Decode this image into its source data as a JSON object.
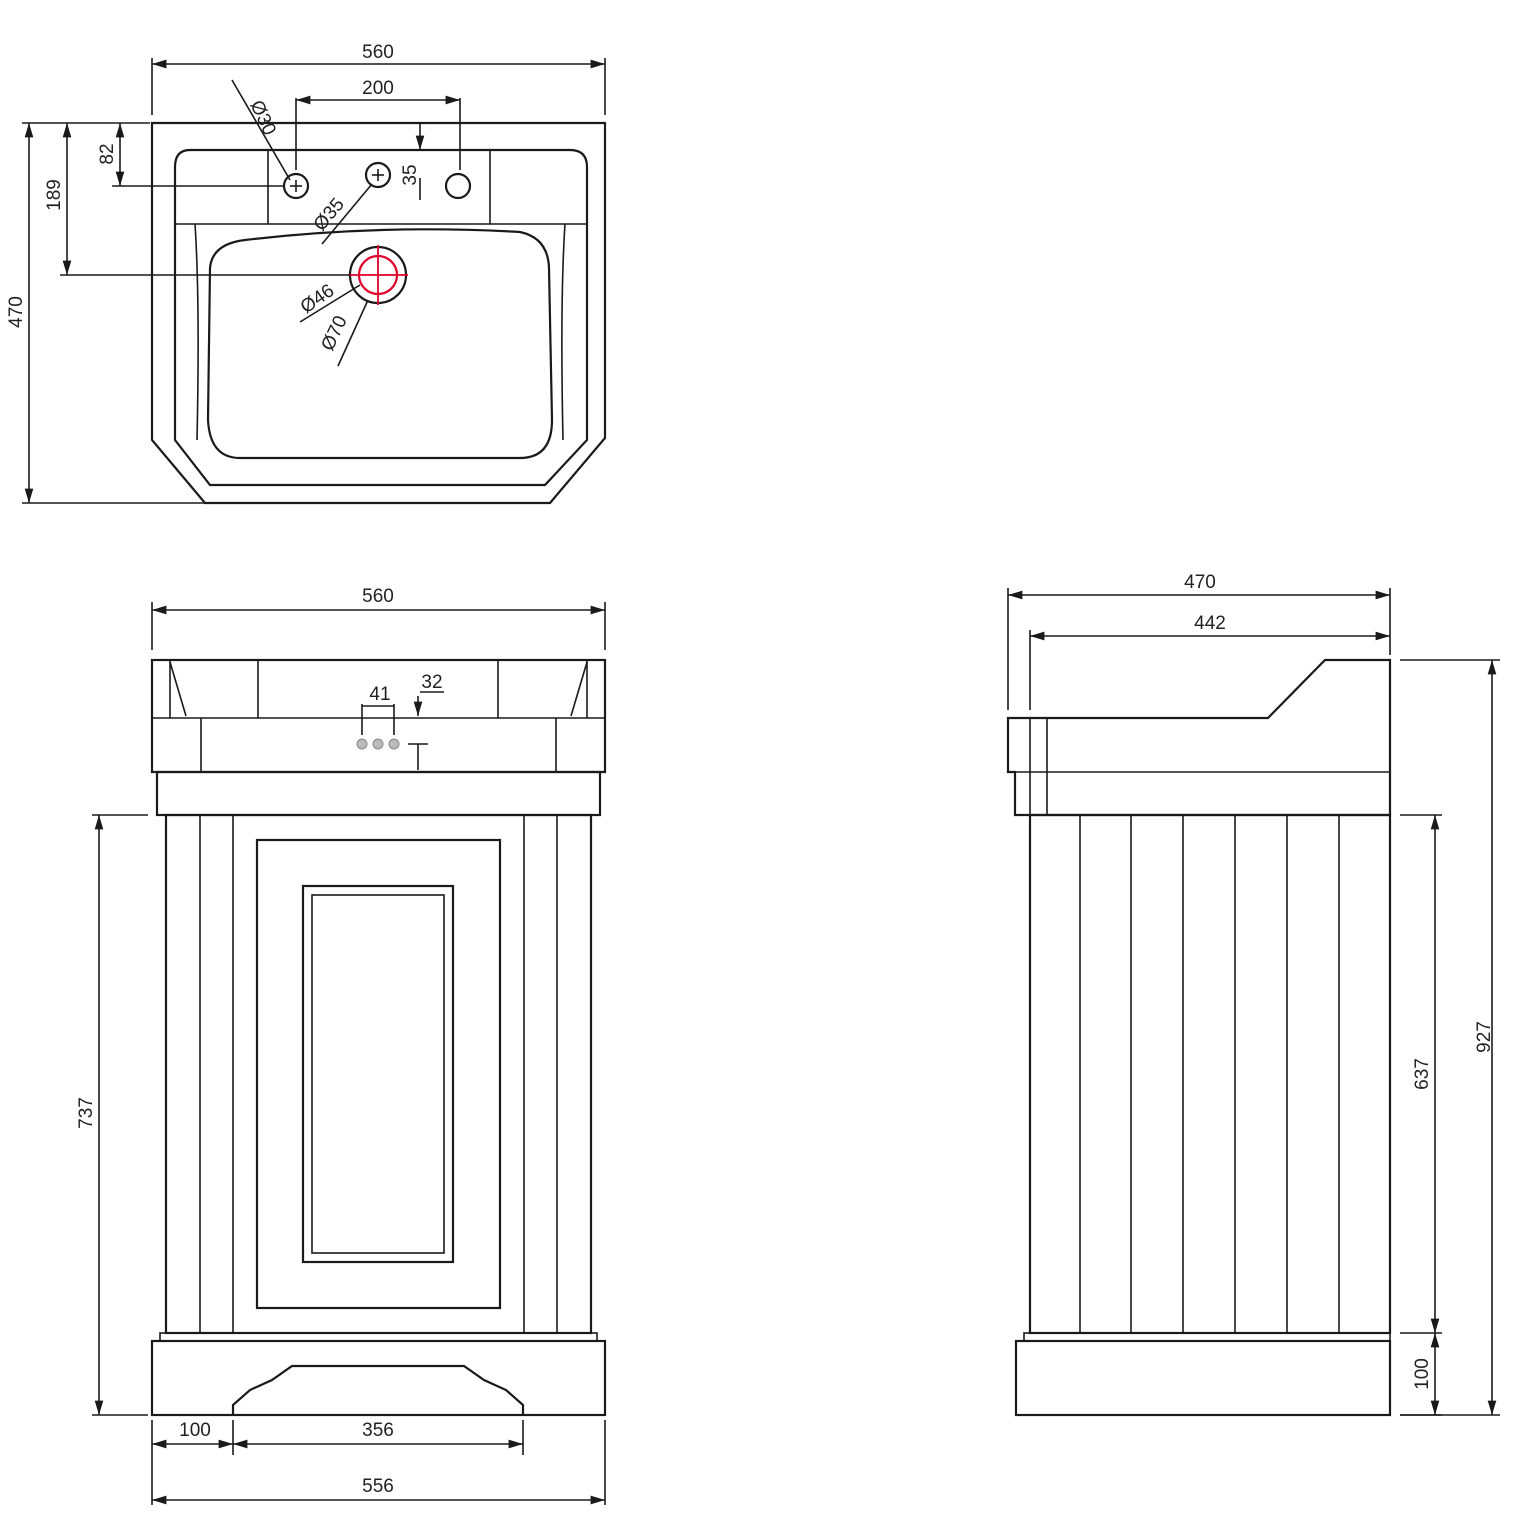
{
  "plan_view": {
    "width": "560",
    "tap_spacing": "200",
    "tap_hole_dia": "Ø30",
    "overflow_dia": "Ø35",
    "waste_dia": "Ø46",
    "waste_outer_dia": "Ø70",
    "tap_offset_y": "82",
    "tap_height": "35",
    "waste_offset_y": "189",
    "depth": "470"
  },
  "front_view": {
    "width": "560",
    "tap_spacing": "41",
    "tap_offset": "32",
    "height": "737",
    "plinth_side": "100",
    "plinth_arch": "356",
    "base_width": "556"
  },
  "side_view": {
    "depth": "470",
    "basin_depth": "442",
    "total_height": "927",
    "cabinet_height": "637",
    "plinth_height": "100"
  },
  "colors": {
    "line": "#1a1a1a",
    "waste_highlight": "#e0002a"
  }
}
